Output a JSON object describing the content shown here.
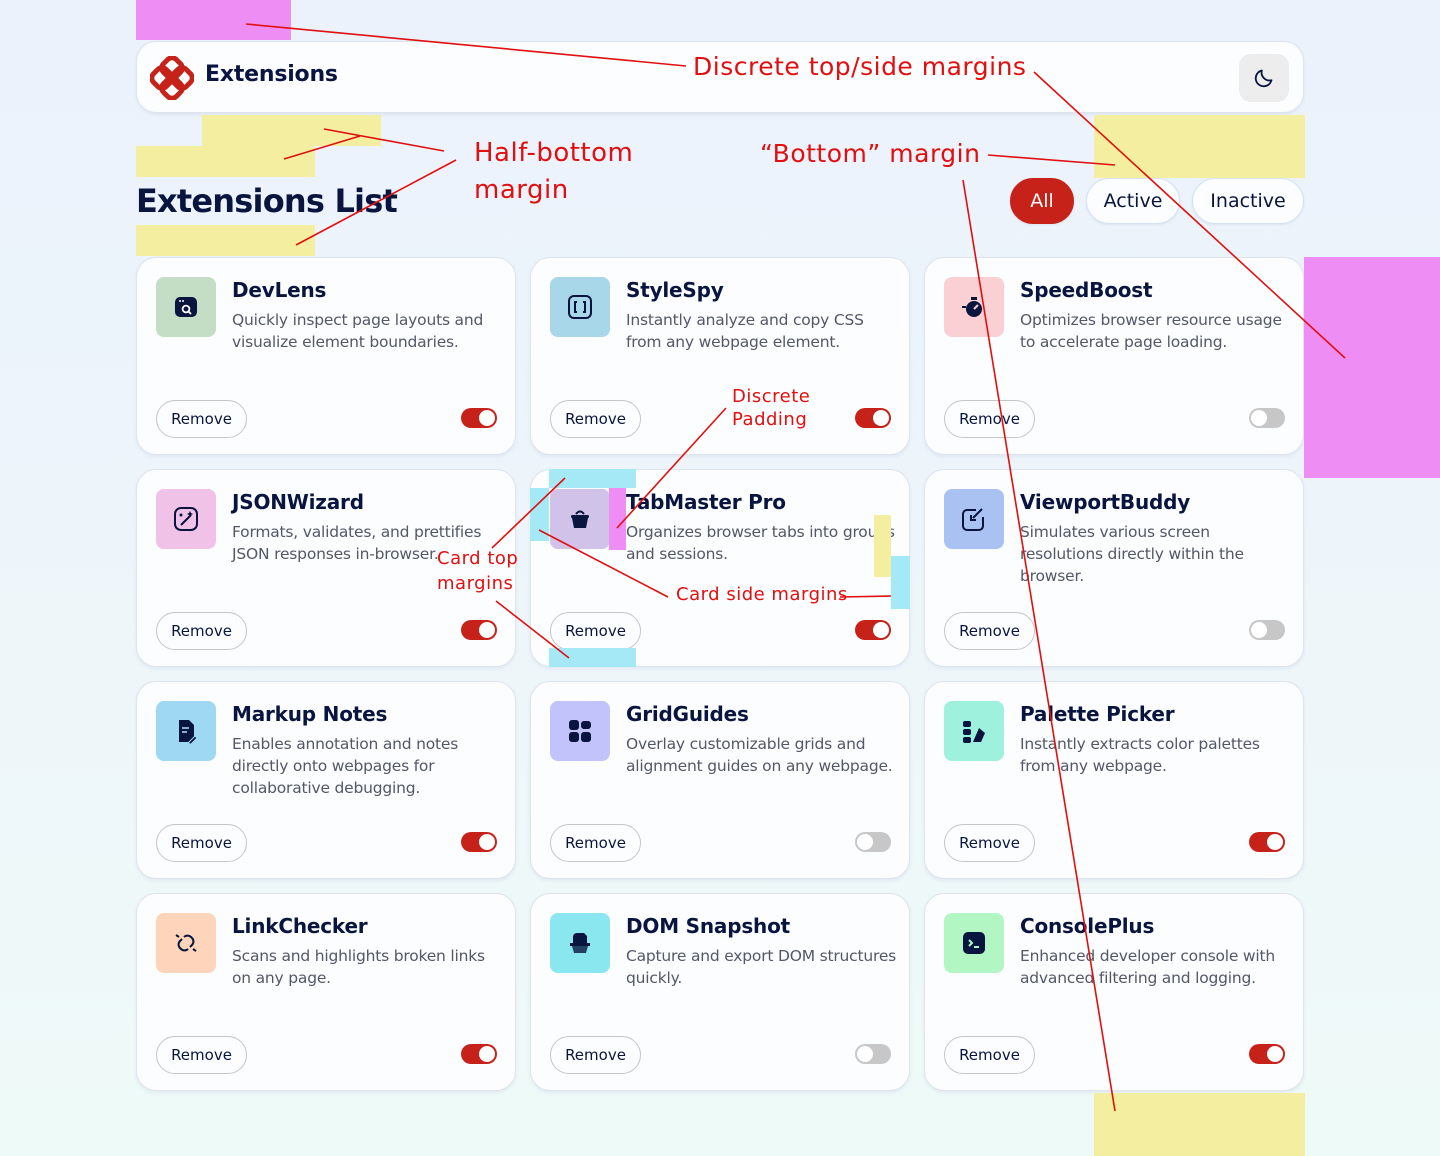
{
  "header": {
    "brand": "Extensions",
    "logo": "extensions-logo-icon",
    "theme_toggle_icon": "moon-icon"
  },
  "page_title": "Extensions List",
  "filters": [
    {
      "label": "All",
      "active": true
    },
    {
      "label": "Active",
      "active": false
    },
    {
      "label": "Inactive",
      "active": false
    }
  ],
  "remove_label": "Remove",
  "extensions": [
    {
      "name": "DevLens",
      "description": "Quickly inspect page layouts and visualize element boundaries.",
      "active": true,
      "icon": "browser-search-icon",
      "icon_bg": "#c4ddc5"
    },
    {
      "name": "StyleSpy",
      "description": "Instantly analyze and copy CSS from any webpage element.",
      "active": true,
      "icon": "code-brackets-icon",
      "icon_bg": "#a9d7ea"
    },
    {
      "name": "SpeedBoost",
      "description": "Optimizes browser resource usage to accelerate page loading.",
      "active": false,
      "icon": "stopwatch-icon",
      "icon_bg": "#fbd0d4"
    },
    {
      "name": "JSONWizard",
      "description": "Formats, validates, and prettifies JSON responses in-browser.",
      "active": true,
      "icon": "magic-wand-icon",
      "icon_bg": "#f0c2e7"
    },
    {
      "name": "TabMaster Pro",
      "description": "Organizes browser tabs into groups and sessions.",
      "active": true,
      "icon": "basket-icon",
      "icon_bg": "#d1c2ea"
    },
    {
      "name": "ViewportBuddy",
      "description": "Simulates various screen resolutions directly within the browser.",
      "active": false,
      "icon": "viewport-arrow-icon",
      "icon_bg": "#a9c2f2"
    },
    {
      "name": "Markup Notes",
      "description": "Enables annotation and notes directly onto webpages for collaborative debugging.",
      "active": true,
      "icon": "note-edit-icon",
      "icon_bg": "#9fd8f3"
    },
    {
      "name": "GridGuides",
      "description": "Overlay customizable grids and alignment guides on any webpage.",
      "active": false,
      "icon": "grid-icon",
      "icon_bg": "#c3c3fb"
    },
    {
      "name": "Palette Picker",
      "description": "Instantly extracts color palettes from any webpage.",
      "active": true,
      "icon": "palette-icon",
      "icon_bg": "#9ef1dc"
    },
    {
      "name": "LinkChecker",
      "description": "Scans and highlights broken links on any page.",
      "active": true,
      "icon": "broken-link-icon",
      "icon_bg": "#fed4bb"
    },
    {
      "name": "DOM Snapshot",
      "description": "Capture and export DOM structures quickly.",
      "active": false,
      "icon": "snapshot-icon",
      "icon_bg": "#8ae7f0"
    },
    {
      "name": "ConsolePlus",
      "description": "Enhanced developer console with advanced filtering and logging.",
      "active": true,
      "icon": "terminal-icon",
      "icon_bg": "#b1f6c3"
    }
  ],
  "annotations": {
    "top_side": "Discrete top/side margins",
    "half_bottom_1": "Half-bottom",
    "half_bottom_2": "margin",
    "bottom": "“Bottom” margin",
    "padding_1": "Discrete",
    "padding_2": "Padding",
    "card_top_1": "Card top",
    "card_top_2": "margins",
    "card_side": "Card side margins"
  },
  "colors": {
    "accent": "#c7221a",
    "annotation_red": "#e10f0f",
    "annotation_magenta": "#ee8ef5",
    "annotation_yellow": "#f4efa0",
    "annotation_cyan": "#a5e9f7"
  }
}
